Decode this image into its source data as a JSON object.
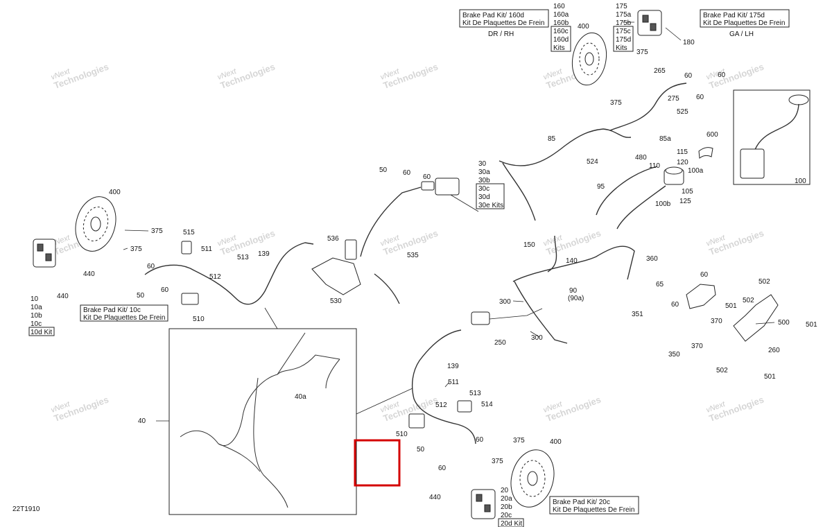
{
  "drawing_id": "22T1910",
  "kits": {
    "rear_left": {
      "title": "Brake Pad Kit/ 10c",
      "subtitle": "Kit De Plaquettes De Frein"
    },
    "front_right": {
      "title": "Brake Pad Kit/ 160d",
      "subtitle": "Kit De Plaquettes De Frein",
      "side": "DR / RH"
    },
    "front_left": {
      "title": "Brake Pad Kit/ 175d",
      "subtitle": "Kit De Plaquettes De Frein",
      "side": "GA / LH"
    },
    "rear_right": {
      "title": "Brake Pad Kit/ 20c",
      "subtitle": "Kit De Plaquettes De Frein"
    }
  },
  "kit_lists": {
    "p10": [
      "10",
      "10a",
      "10b",
      "10c",
      "10d Kit"
    ],
    "p160": [
      "160",
      "160a",
      "160b",
      "160c",
      "160d",
      "Kits"
    ],
    "p175": [
      "175",
      "175a",
      "175b",
      "175c",
      "175d",
      "Kits"
    ],
    "p30": [
      "30",
      "30a",
      "30b",
      "30c",
      "30d",
      "30e Kits"
    ],
    "p20": [
      "20",
      "20a",
      "20b",
      "20c",
      "20d Kit"
    ]
  },
  "callouts": {
    "c400a": "400",
    "c375a": "375",
    "c375b": "375",
    "c440a": "440",
    "c440b": "440",
    "c515": "515",
    "c511a": "511",
    "c513a": "513",
    "c139a": "139",
    "c512a": "512",
    "c60a": "60",
    "c60b": "60",
    "c50a": "50",
    "c510a": "510",
    "c536": "536",
    "c535": "535",
    "c530": "530",
    "c50b": "50",
    "c60c": "60",
    "c60d": "60",
    "c400b": "400",
    "c375c": "375",
    "c375d": "375",
    "c180": "180",
    "c265": "265",
    "c60e": "60",
    "c60f": "60",
    "c60g": "60",
    "c275": "275",
    "c525": "525",
    "c85": "85",
    "c85a": "85a",
    "c524": "524",
    "c600": "600",
    "c480": "480",
    "c115": "115",
    "c110": "110",
    "c120": "120",
    "c100a": "100a",
    "c95": "95",
    "c105": "105",
    "c100b": "100b",
    "c125": "125",
    "c100": "100",
    "c150": "150",
    "c140": "140",
    "c90": "90",
    "c90a": "(90a)",
    "c360": "360",
    "c65": "65",
    "c351": "351",
    "c60h": "60",
    "c60i": "60",
    "c370a": "370",
    "c370b": "370",
    "c350": "350",
    "c502a": "502",
    "c502b": "502",
    "c502c": "502",
    "c501a": "501",
    "c501b": "501",
    "c501c": "501",
    "c500": "500",
    "c260": "260",
    "c300a": "300",
    "c300b": "300",
    "c250": "250",
    "c139b": "139",
    "c511b": "511",
    "c513b": "513",
    "c514": "514",
    "c512b": "512",
    "c510b": "510",
    "c60j": "60",
    "c50c": "50",
    "c60k": "60",
    "c375e": "375",
    "c375f": "375",
    "c400c": "400",
    "c440c": "440",
    "c40": "40",
    "c40a": "40a"
  },
  "watermark": {
    "line1": "vNext",
    "line2": "Technologies"
  },
  "colors": {
    "highlight": "#d40000",
    "ink": "#222222"
  }
}
